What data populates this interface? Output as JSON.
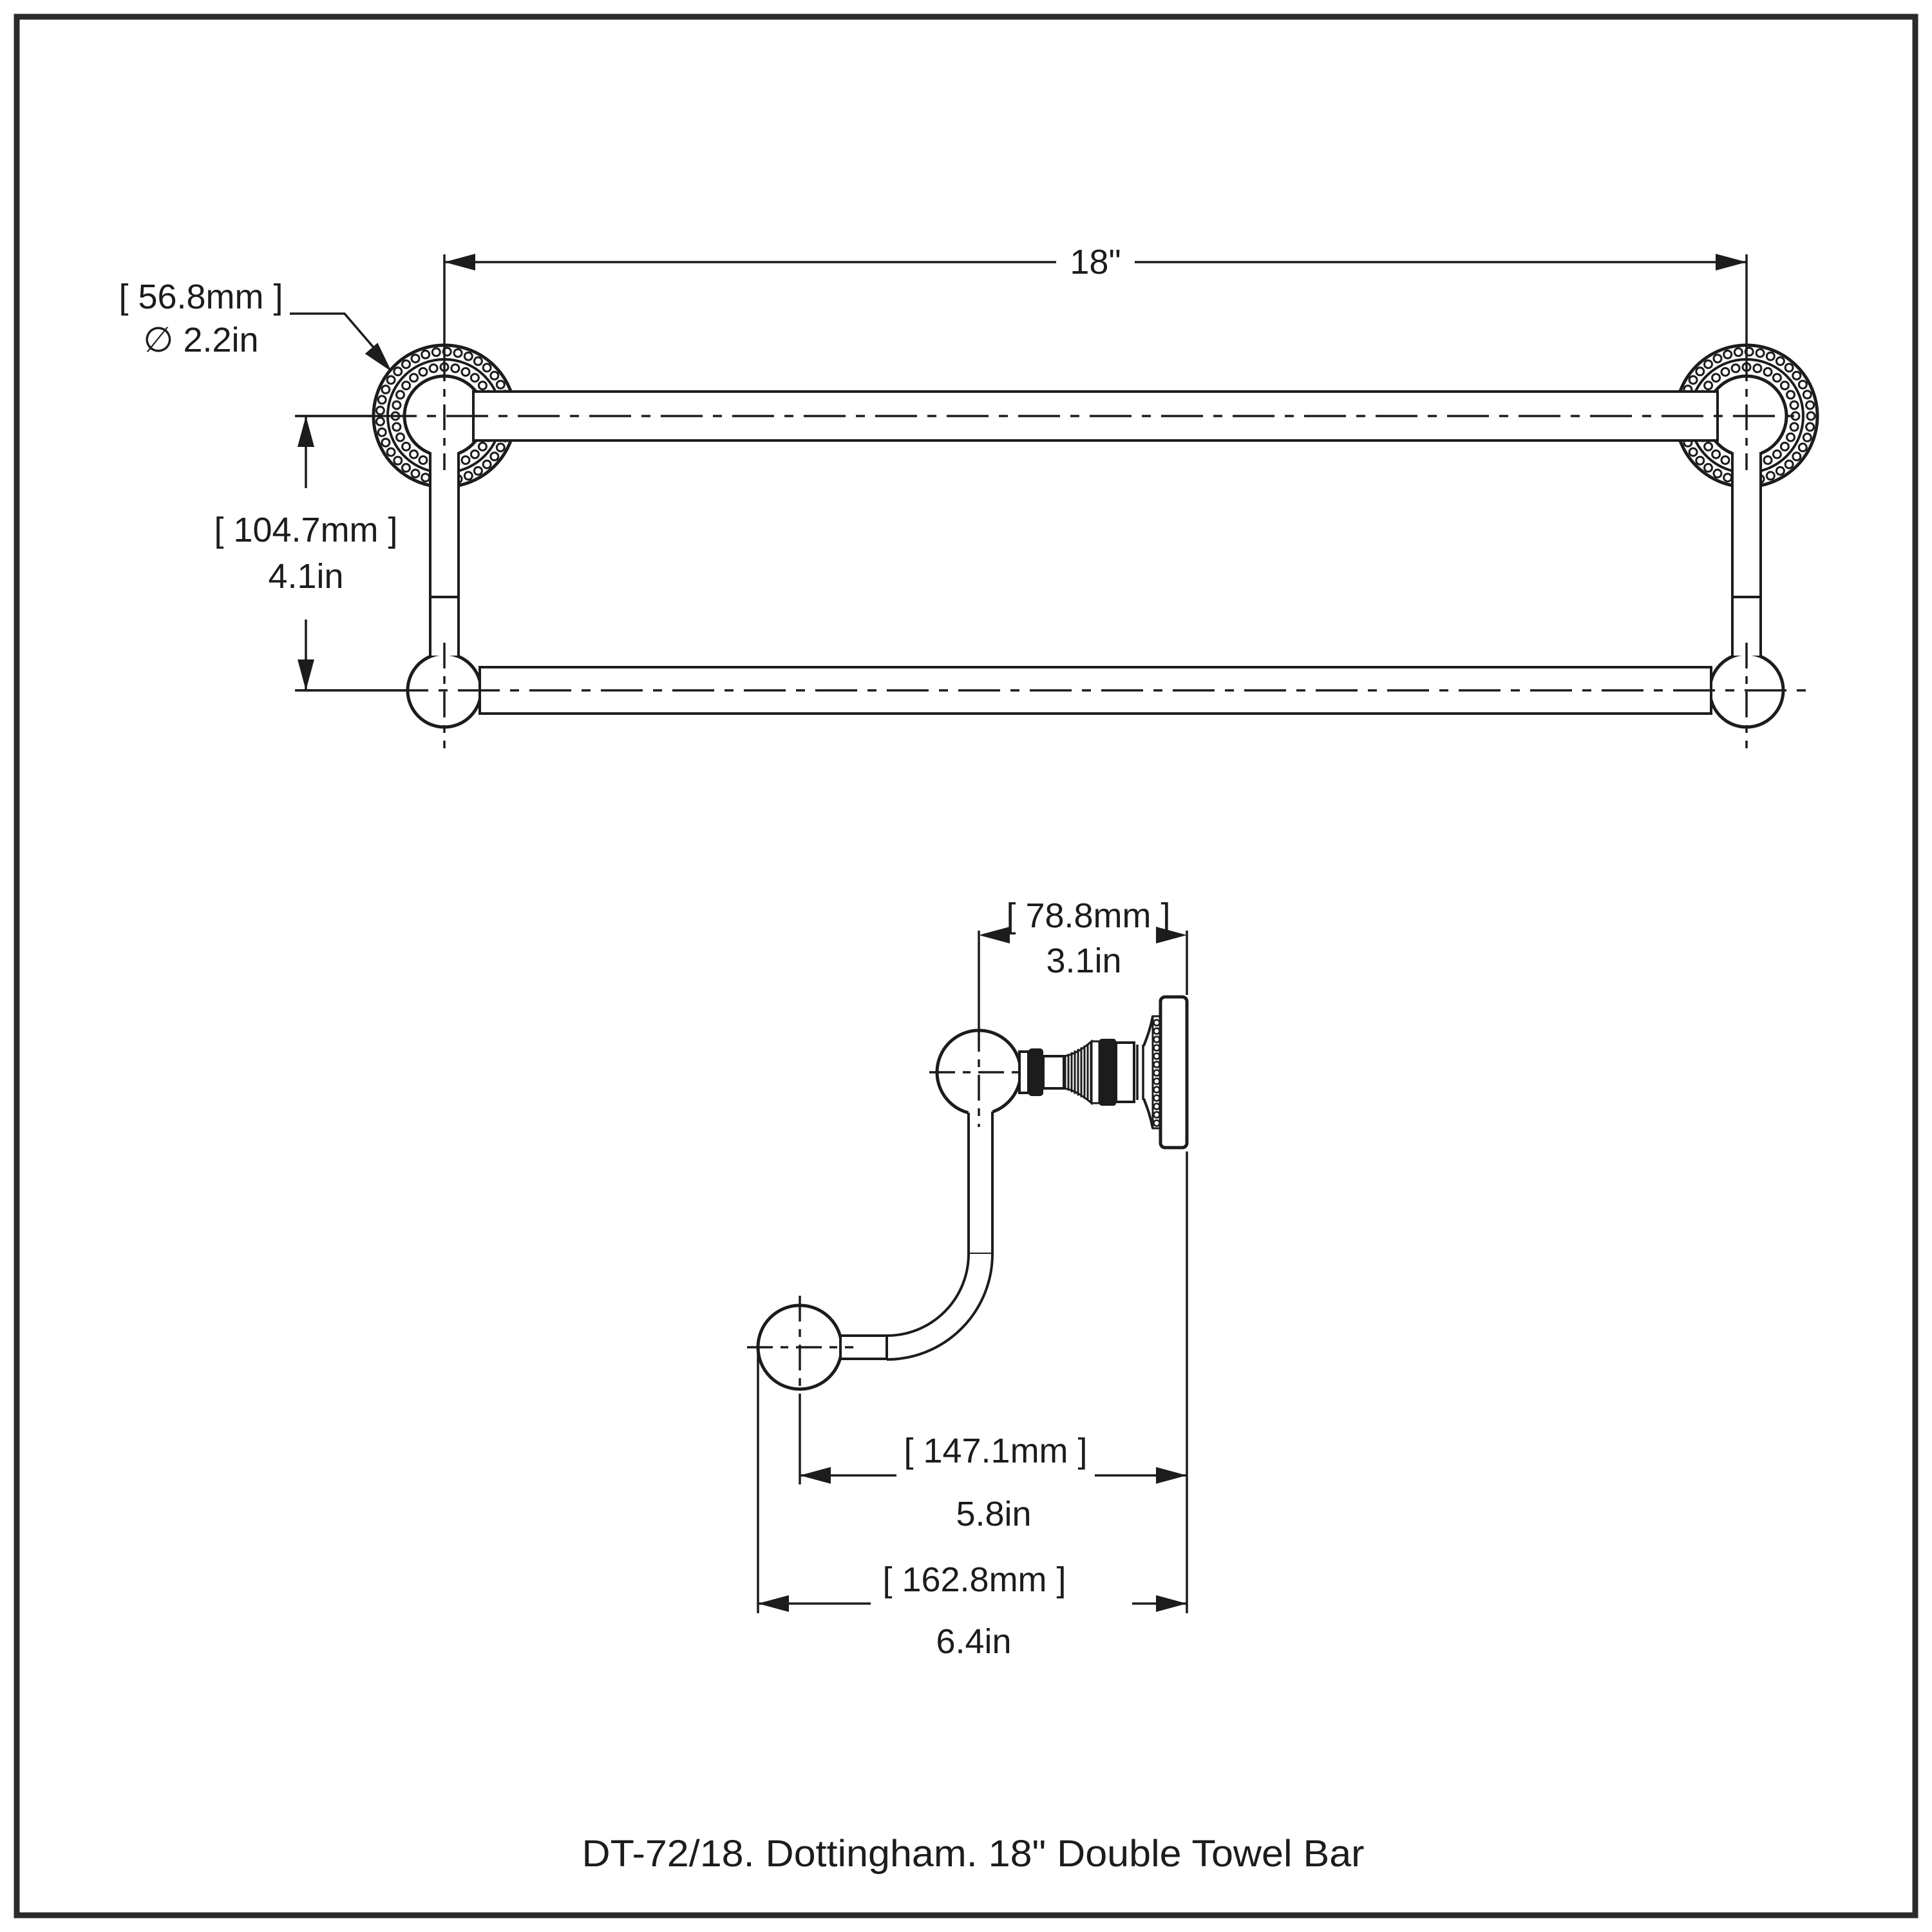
{
  "page": {
    "background": "#ffffff",
    "line_color": "#1c1c1c",
    "border_color": "#2b2b2b",
    "caption": "DT-72/18. Dottingham. 18\" Double Towel Bar"
  },
  "front_view": {
    "title": "front elevation of 18 inch double towel bar",
    "length_dim": {
      "label": "18\""
    },
    "flange_diameter_dim": {
      "mm": "[ 56.8mm ]",
      "inches": "∅ 2.2in"
    },
    "bar_spacing_dim": {
      "mm": "[ 104.7mm ]",
      "inches": "4.1in"
    }
  },
  "side_view": {
    "title": "side profile of double towel bar",
    "wall_to_inner_bar_dim": {
      "mm": "[ 78.8mm ]",
      "inches": "3.1in"
    },
    "wall_to_outer_bar_dim": {
      "mm": "[ 147.1mm ]",
      "inches": "5.8in"
    },
    "overall_projection_dim": {
      "mm": "[ 162.8mm ]",
      "inches": "6.4in"
    }
  }
}
